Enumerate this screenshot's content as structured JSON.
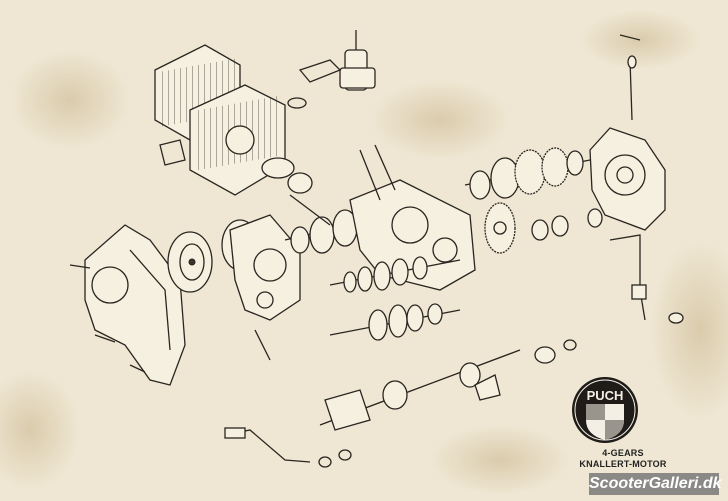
{
  "logo": {
    "brand": "PUCH",
    "colors": {
      "ring": "#1e1b18",
      "field": "#f3efe4",
      "check": "#9a958c"
    }
  },
  "caption": {
    "line1": "4-GEARS",
    "line2": "KNALLERT-MOTOR"
  },
  "watermark": {
    "text": "ScooterGalleri.dk"
  },
  "colors": {
    "paper": "#efe7d3",
    "ink": "#2a2520",
    "stain": "#c9b48c"
  }
}
